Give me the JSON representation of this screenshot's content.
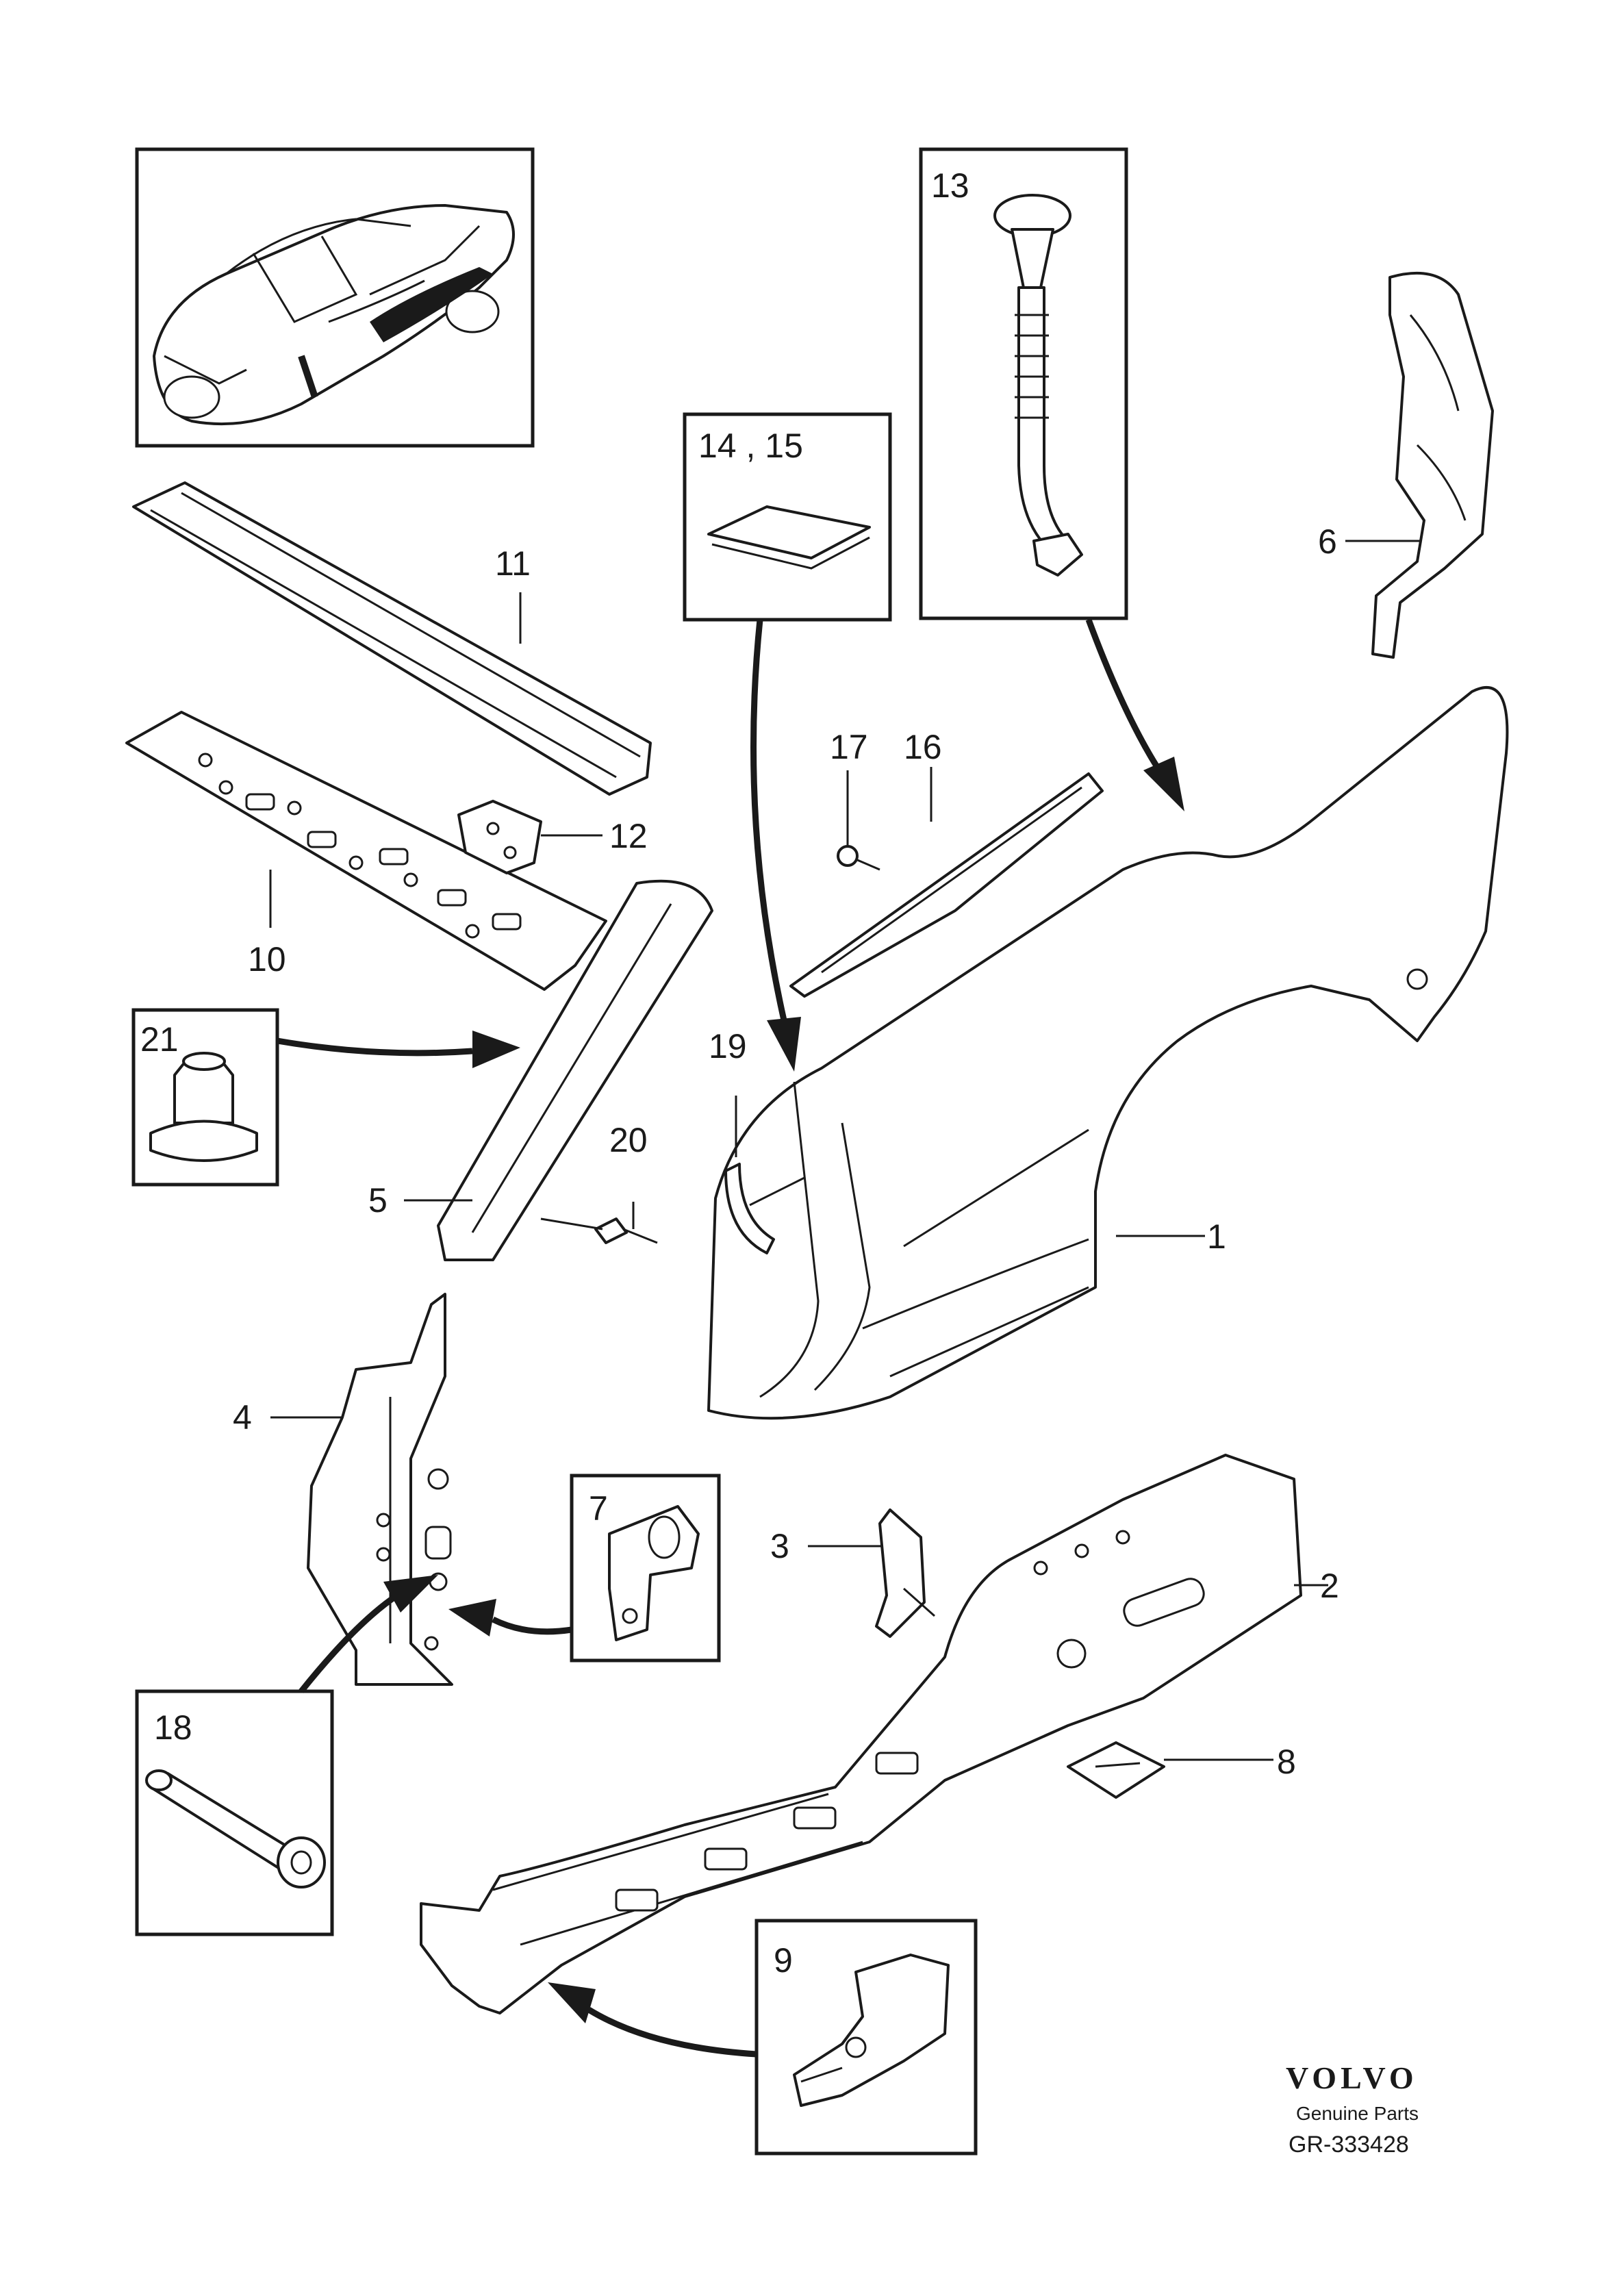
{
  "callouts": {
    "p1": "1",
    "p2": "2",
    "p3": "3",
    "p4": "4",
    "p5": "5",
    "p6": "6",
    "p7": "7",
    "p8": "8",
    "p9": "9",
    "p10": "10",
    "p11": "11",
    "p12": "12",
    "p13": "13",
    "p14_15": "14 , 15",
    "p16": "16",
    "p17": "17",
    "p18": "18",
    "p19": "19",
    "p20": "20",
    "p21": "21"
  },
  "brand": {
    "name": "VOLVO",
    "tagline": "Genuine Parts",
    "reference": "GR-333428"
  },
  "colors": {
    "line": "#1a1a1a",
    "background": "#ffffff"
  }
}
